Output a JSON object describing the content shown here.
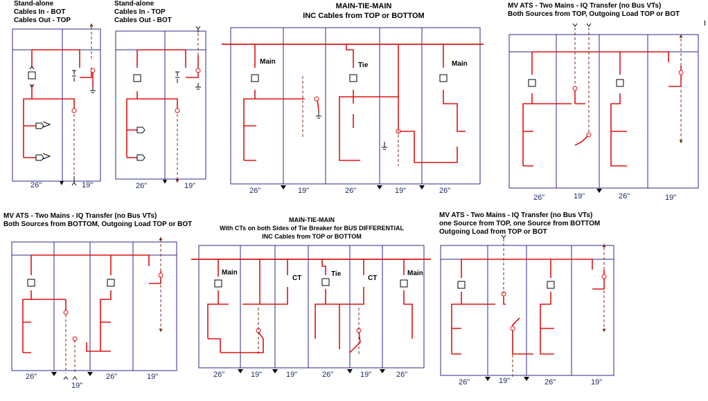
{
  "colors": {
    "bus": "#e01010",
    "frame": "#2a2a88",
    "device": "#000000",
    "dashed": "#7a2a1a"
  },
  "diagrams": [
    {
      "title": [
        "Stand-alone",
        "Cables In - BOT",
        "Cables Out - TOP"
      ],
      "widths": [
        "26\"",
        "19\""
      ]
    },
    {
      "title": [
        "Stand-alone",
        "Cables In - TOP",
        "Cables Out - BOT"
      ],
      "widths": [
        "26\"",
        "19\""
      ]
    },
    {
      "title": [
        "MAIN-TIE-MAIN",
        "INC Cables from TOP or BOTTOM"
      ],
      "widths": [
        "26\"",
        "19\"",
        "26\"",
        "19\"",
        "26\""
      ],
      "tags": [
        "Main",
        "Tie",
        "Main"
      ]
    },
    {
      "title": [
        "MV ATS -  Two Mains - IQ Transfer (no Bus VTs)",
        "Both Sources from TOP, Outgoing Load TOP or BOT"
      ],
      "widths": [
        "26\"",
        "19\"",
        "26\"",
        "19\""
      ]
    },
    {
      "title": [
        "MV ATS - Two Mains - IQ Transfer (no Bus VTs)",
        "Both Sources from BOTTOM, Outgoing Load TOP or BOT"
      ],
      "widths": [
        "26\"",
        "19\"",
        "26\"",
        "19\""
      ]
    },
    {
      "title": [
        "MAIN-TIE-MAIN",
        "With CTs on both Sides of Tie Breaker for BUS DIFFERENTIAL",
        "INC Cables from TOP or BOTTOM"
      ],
      "widths": [
        "26\"",
        "19\"",
        "19\"",
        "26\"",
        "19\"",
        "26\""
      ],
      "tags": [
        "Main",
        "CT",
        "Tie",
        "CT",
        "Main"
      ]
    },
    {
      "title": [
        "MV ATS - Two Mains - IQ Transfer (no Bus VTs)",
        "one Source from TOP, one Source from BOTTOM",
        "Outgoing Load from TOP or BOT"
      ],
      "widths": [
        "26\"",
        "19\"",
        "26\"",
        "19\""
      ]
    }
  ],
  "stray_char": "I"
}
